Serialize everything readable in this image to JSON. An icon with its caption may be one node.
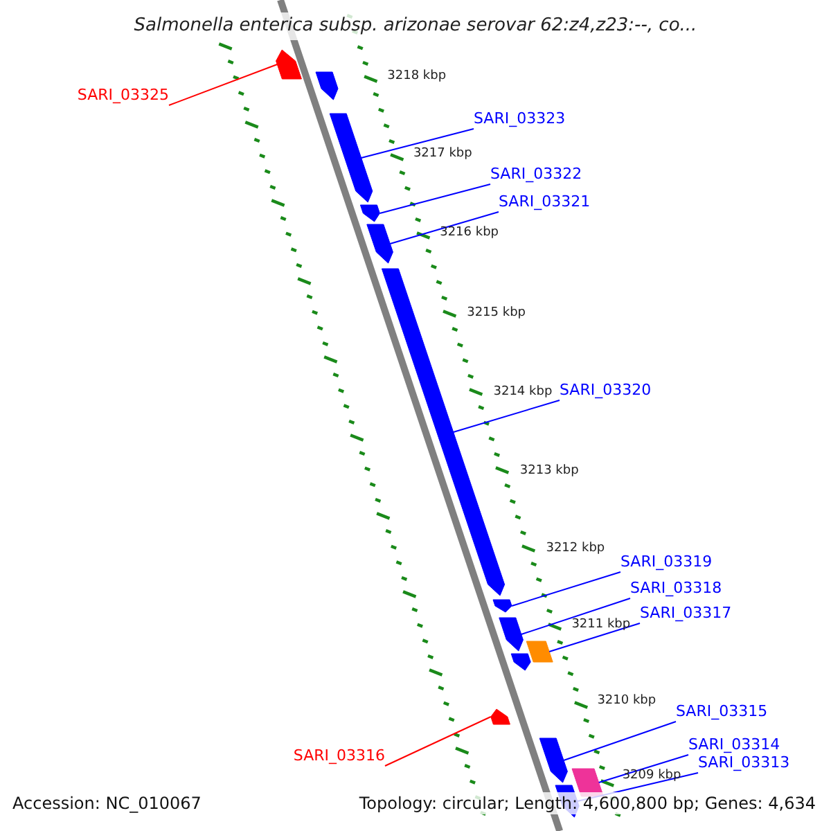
{
  "diagram": {
    "title": "Salmonella enterica subsp. arizonae serovar 62:z4,z23:--, co...",
    "nodes": [
      {
        "text": [],
        "shape": "arrow"
      },
      {
        "text": [],
        "shape": "arrow"
      },
      {
        "text": [],
        "shape": "arrow"
      },
      {
        "text": [],
        "shape": "arrow"
      },
      {
        "text": [],
        "shape": "arrow"
      },
      {
        "text": [],
        "shape": "arrow"
      },
      {
        "text": [],
        "shape": "arrow"
      },
      {
        "text": [],
        "shape": "arrow"
      },
      {
        "text": [],
        "shape": "arrow"
      },
      {
        "text": [],
        "shape": "box"
      },
      {
        "text": [],
        "shape": "arrow"
      },
      {
        "text": [],
        "shape": "arrow"
      },
      {
        "text": [],
        "shape": "box"
      },
      {
        "text": [],
        "shape": "arrow"
      },
      {
        "text": [
          "SARI_03325"
        ]
      },
      {
        "text": [
          "SARI_03323"
        ]
      },
      {
        "text": [
          "SARI_03322"
        ]
      },
      {
        "text": [
          "SARI_03321"
        ]
      },
      {
        "text": [
          "SARI_03320"
        ]
      },
      {
        "text": [
          "SARI_03319"
        ]
      },
      {
        "text": [
          "SARI_03318"
        ]
      },
      {
        "text": [
          "SARI_03317"
        ]
      },
      {
        "text": [
          "SARI_03316"
        ]
      },
      {
        "text": [
          "SARI_03315"
        ]
      },
      {
        "text": [
          "SARI_03314"
        ]
      },
      {
        "text": [
          "SARI_03313"
        ]
      }
    ],
    "edges": [
      {
        "from": 14,
        "to": 0,
        "arrow": "none",
        "color": "#ff0000"
      },
      {
        "from": 15,
        "to": 2,
        "arrow": "none"
      },
      {
        "from": 16,
        "to": 3,
        "arrow": "none"
      },
      {
        "from": 17,
        "to": 4,
        "arrow": "none"
      },
      {
        "from": 18,
        "to": 5,
        "arrow": "none"
      },
      {
        "from": 19,
        "to": 6,
        "arrow": "none"
      },
      {
        "from": 20,
        "to": 7,
        "arrow": "none"
      },
      {
        "from": 21,
        "to": 9,
        "arrow": "none"
      },
      {
        "from": 22,
        "to": 10,
        "arrow": "none",
        "color": "#ff0000"
      },
      {
        "from": 23,
        "to": 11,
        "arrow": "none"
      },
      {
        "from": 24,
        "to": 12,
        "arrow": "none"
      },
      {
        "from": 25,
        "to": 13,
        "arrow": "none"
      }
    ],
    "labels": [
      "3218 kbp",
      "3217 kbp",
      "3216 kbp",
      "3215 kbp",
      "3214 kbp",
      "3213 kbp",
      "3212 kbp",
      "3211 kbp",
      "3210 kbp",
      "3209 kbp",
      "Accession: NC_010067",
      "Topology: circular; Length: 4,600,800 bp; Genes: 4,634"
    ]
  }
}
